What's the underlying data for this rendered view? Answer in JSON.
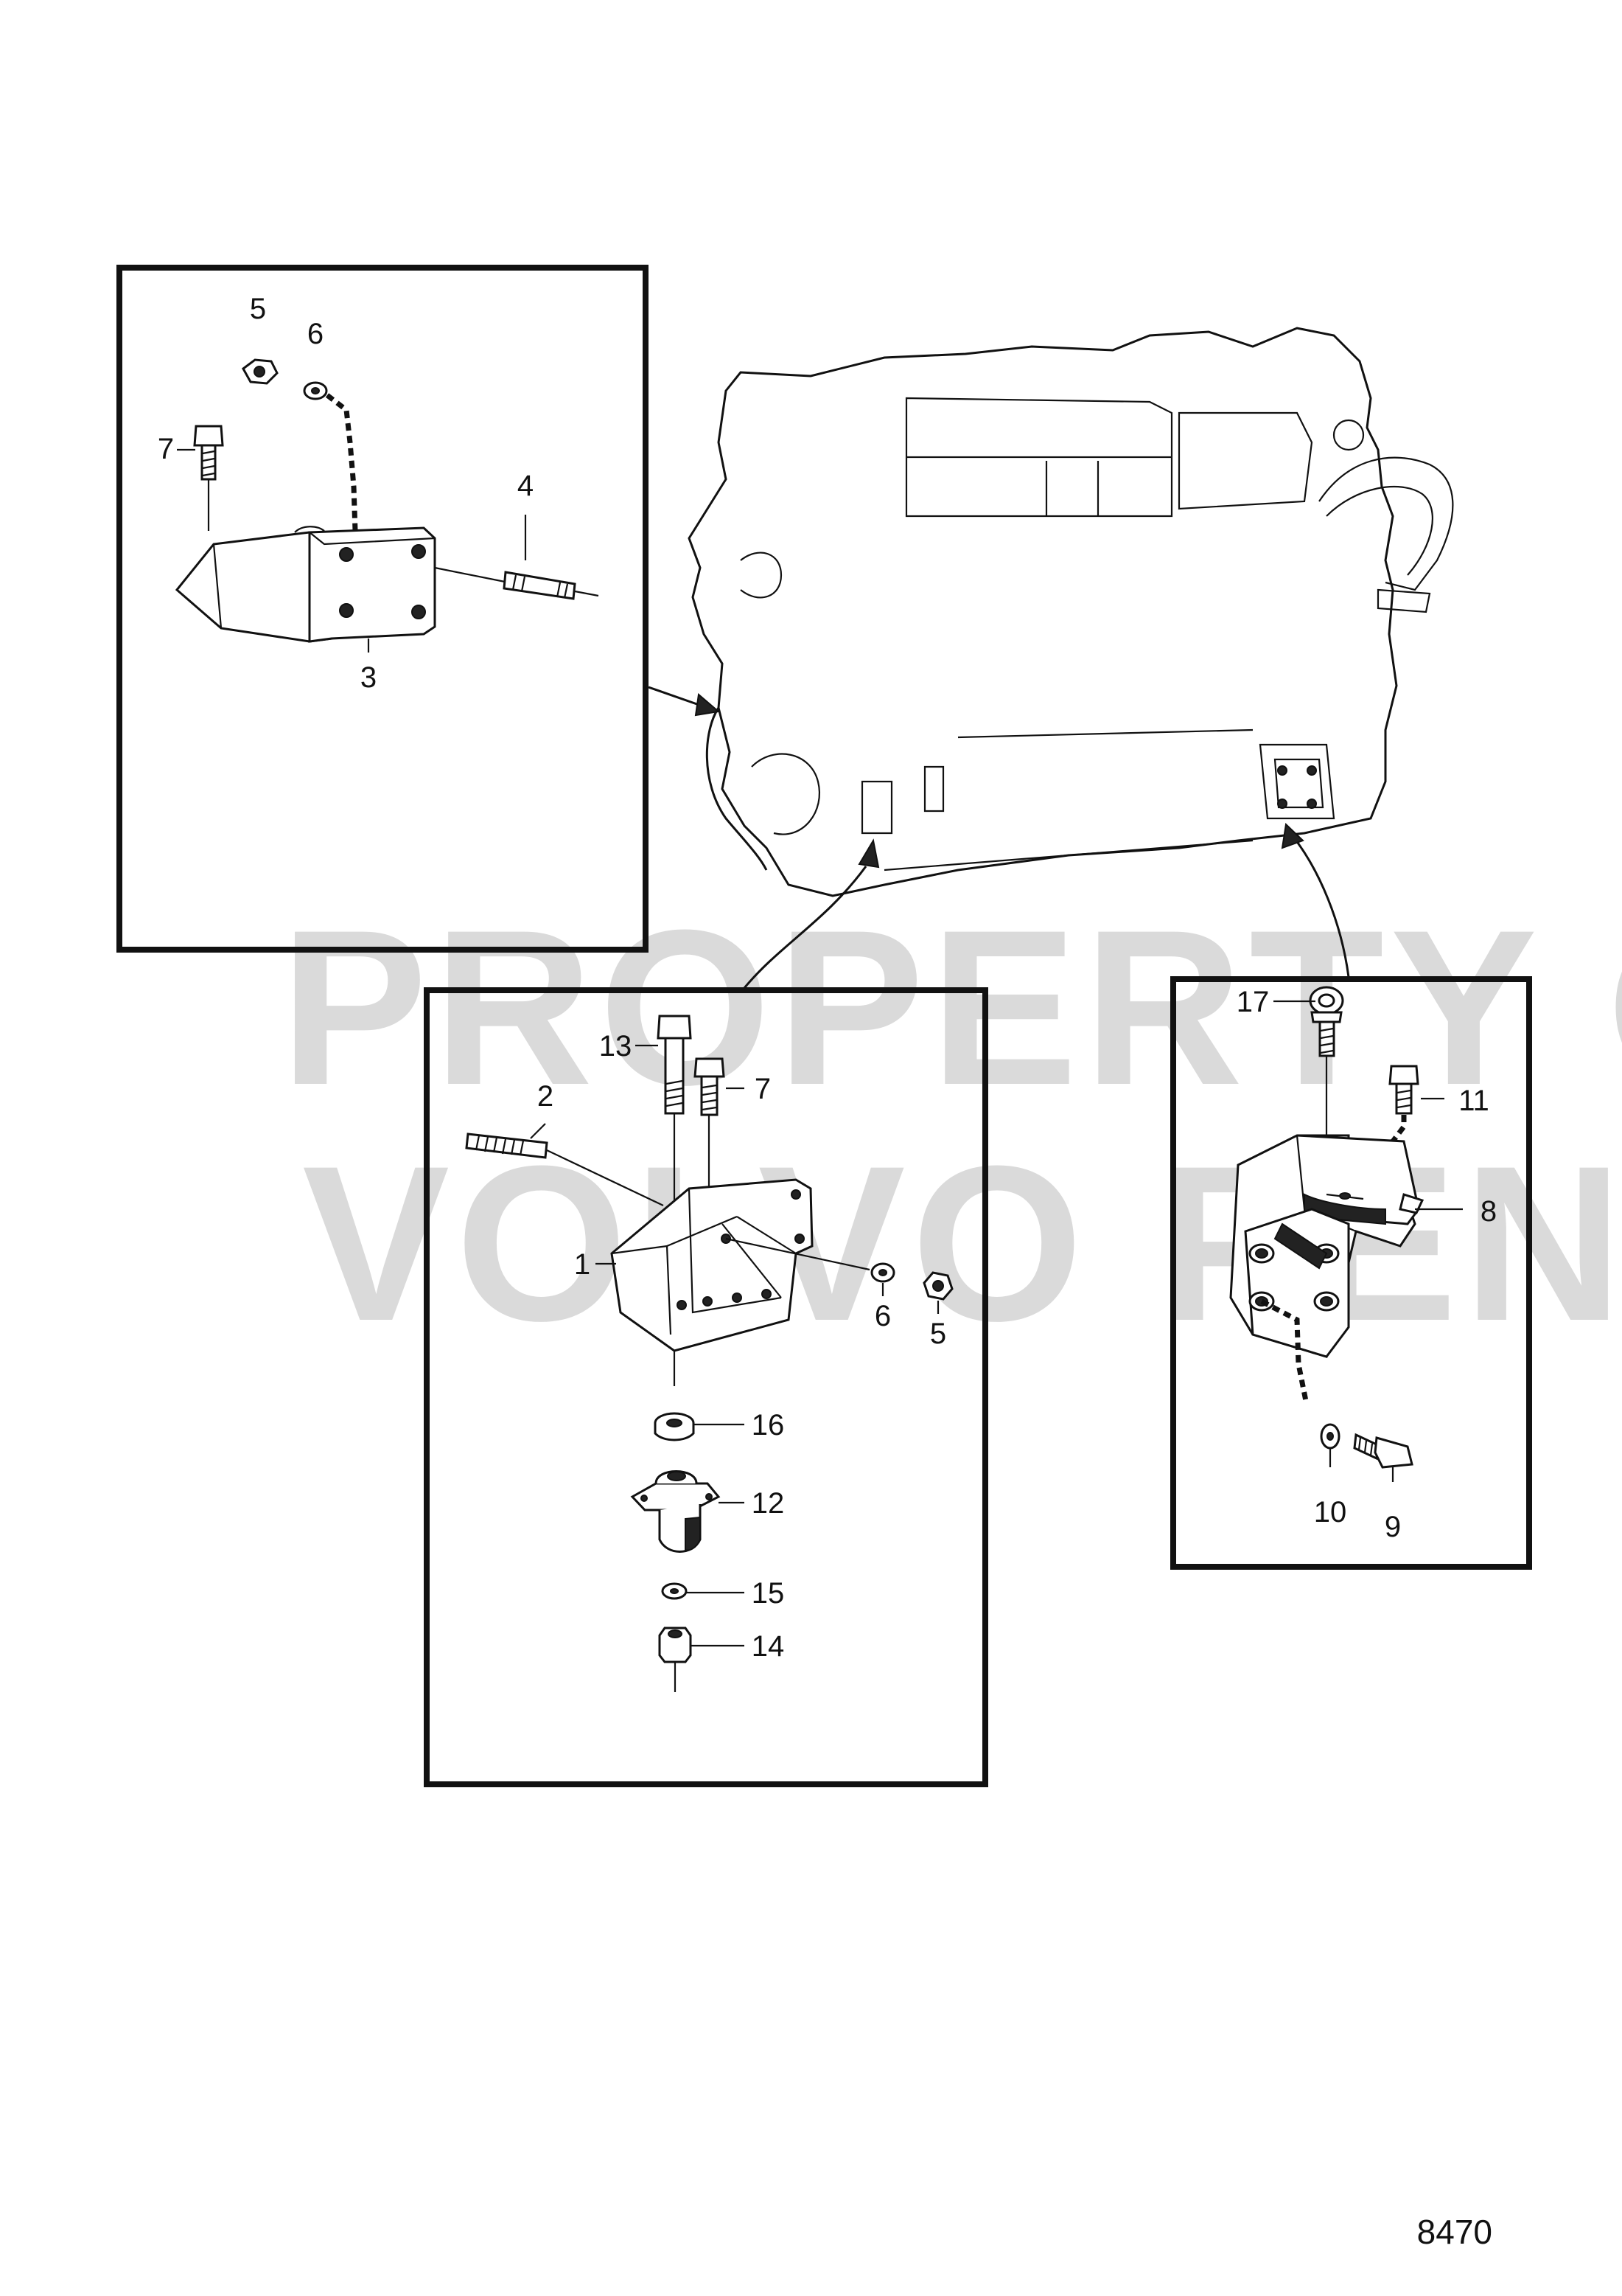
{
  "watermark": {
    "line1": "PROPERTY OF",
    "line2": "VOLVO PENTA"
  },
  "figure_number": "8470",
  "callouts": {
    "front_bracket": {
      "p5": "5",
      "p6": "6",
      "p7": "7",
      "p4": "4",
      "p3": "3"
    },
    "mount_assembly": {
      "p13": "13",
      "p7": "7",
      "p2": "2",
      "p1": "1",
      "p6": "6",
      "p5": "5",
      "p16": "16",
      "p12": "12",
      "p15": "15",
      "p14": "14"
    },
    "rear_bracket": {
      "p17": "17",
      "p11": "11",
      "p8": "8",
      "p10": "10",
      "p9": "9"
    }
  }
}
